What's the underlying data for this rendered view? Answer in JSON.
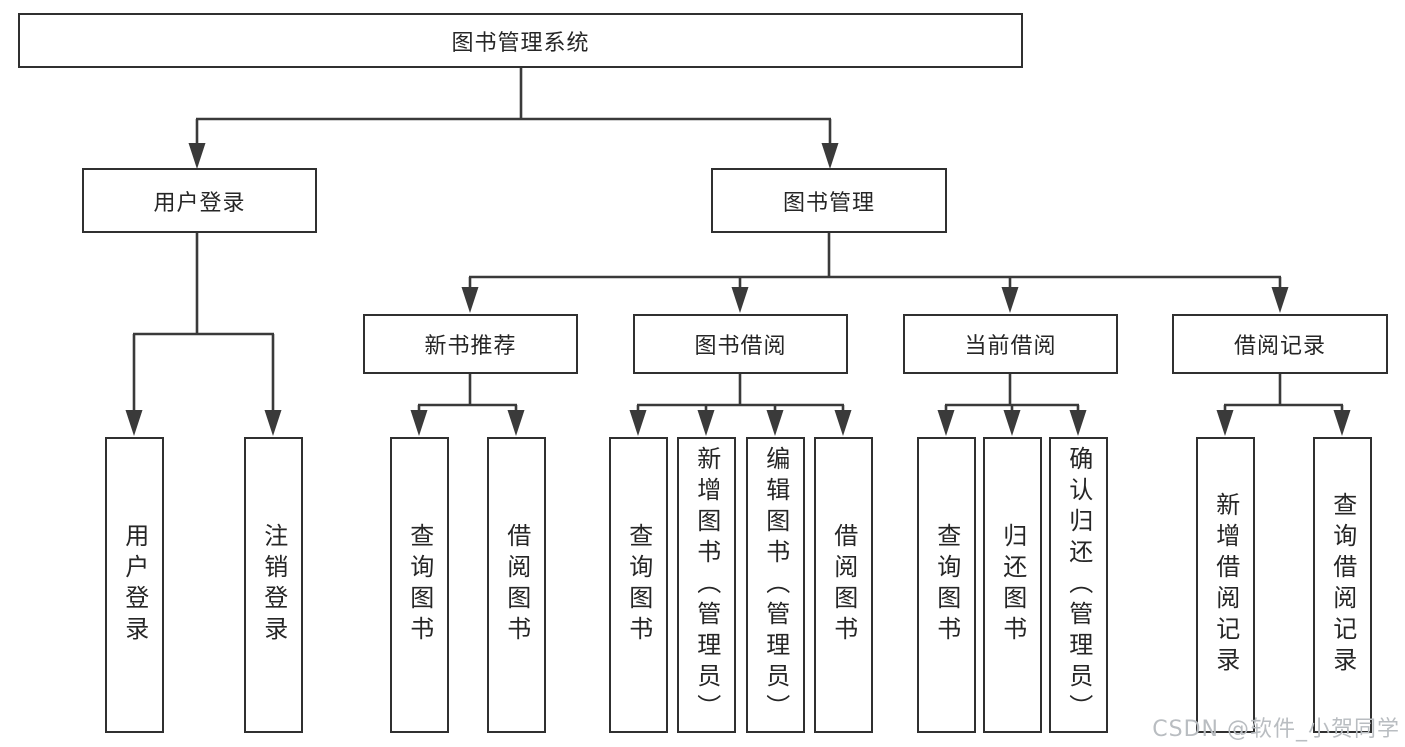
{
  "watermark": "CSDN @软件_小贺同学",
  "colors": {
    "line": "#3a3a3a",
    "border": "#303030",
    "fill": "#ffffff",
    "text": "#262626",
    "watermark": "#b9bdc1"
  },
  "nodes": {
    "root": "图书管理系统",
    "branches": [
      {
        "label": "用户登录",
        "children": [
          "用户登录",
          "注销登录"
        ]
      },
      {
        "label": "图书管理",
        "groups": [
          {
            "label": "新书推荐",
            "children": [
              "查询图书",
              "借阅图书"
            ]
          },
          {
            "label": "图书借阅",
            "children": [
              "查询图书",
              "新增图书（管理员）",
              "编辑图书（管理员）",
              "借阅图书"
            ]
          },
          {
            "label": "当前借阅",
            "children": [
              "查询图书",
              "归还图书",
              "确认归还（管理员）"
            ]
          },
          {
            "label": "借阅记录",
            "children": [
              "新增借阅记录",
              "查询借阅记录"
            ]
          }
        ]
      }
    ]
  }
}
